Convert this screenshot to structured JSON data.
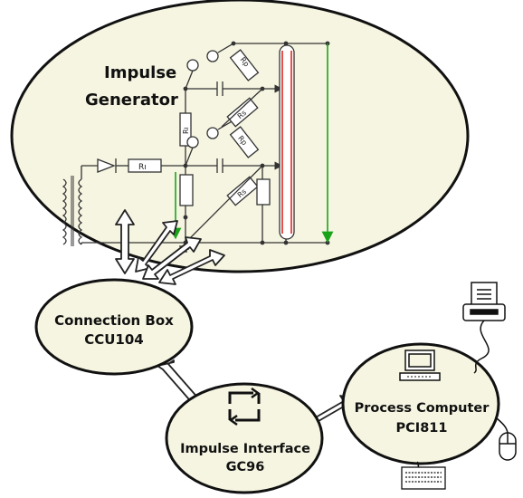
{
  "impulse_generator": {
    "title_line1": "Impulse",
    "title_line2": "Generator",
    "resistor_labels": {
      "front": "Rı",
      "charging": "Rı",
      "parallel": "Rp",
      "series": "Rs"
    }
  },
  "connection_box": {
    "line1": "Connection Box",
    "line2": "CCU104"
  },
  "impulse_interface": {
    "line1": "Impulse Interface",
    "line2": "GC96"
  },
  "process_computer": {
    "line1": "Process Computer",
    "line2": "PCI811"
  },
  "colors": {
    "bubble_fill": "#f6f5e1",
    "outline": "#111111",
    "arrow_fill": "#ffffff",
    "red_line": "#e0261d",
    "green_arrow": "#19a319",
    "circuit": "#333333"
  }
}
